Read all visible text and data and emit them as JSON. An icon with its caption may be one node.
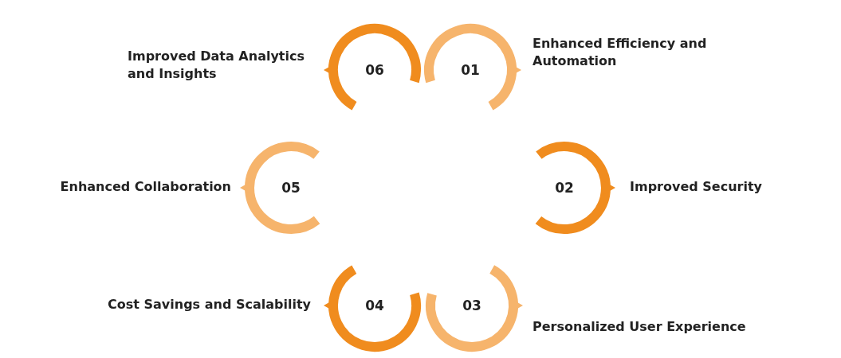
{
  "diagram": {
    "nodes": [
      {
        "text": [
          "06"
        ],
        "beside": [
          "Improved Data Analytics and Insights"
        ]
      },
      {
        "text": [
          "01"
        ],
        "beside": [
          "Enhanced Efficiency and Automation"
        ]
      },
      {
        "text": [
          "02"
        ],
        "beside": [
          "Improved Security"
        ]
      },
      {
        "text": [
          "03"
        ],
        "beside": [
          "Personalized User Experience"
        ]
      },
      {
        "text": [
          "04"
        ],
        "beside": [
          "Cost Savings and Scalability"
        ]
      },
      {
        "text": [
          "05"
        ],
        "beside": [
          "Enhanced Collaboration"
        ]
      }
    ]
  }
}
